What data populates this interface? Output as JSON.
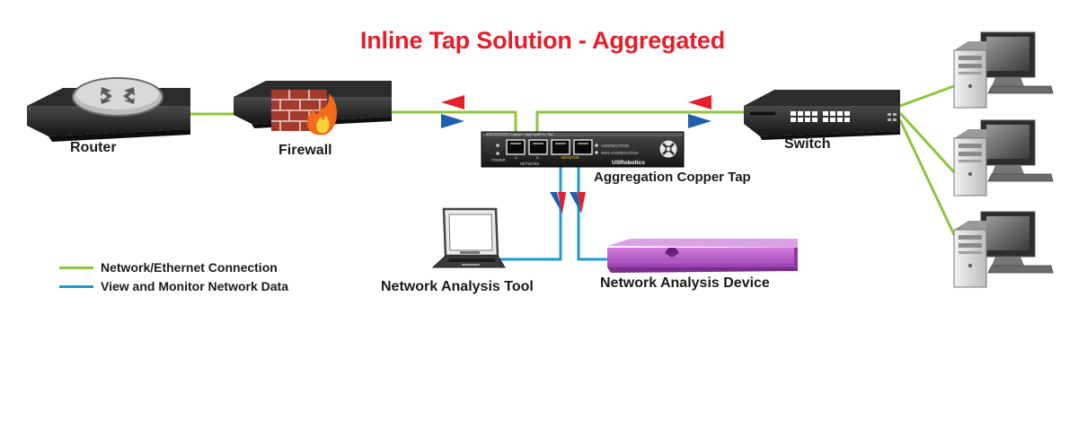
{
  "title": "Inline Tap Solution - Aggregated",
  "colors": {
    "title": "#e3202a",
    "network_link": "#8dc63f",
    "monitor_link": "#1c9ad6",
    "arrow_red": "#e3202a",
    "arrow_blue": "#1f5fae",
    "analysis_device": "#b04fc0"
  },
  "devices": {
    "router": {
      "label": "Router"
    },
    "firewall": {
      "label": "Firewall"
    },
    "tap": {
      "label": "Aggregation Copper Tap",
      "panel_title": "10/100/1000 Copper Aggregation Tap",
      "power": "POWER",
      "network": "NETWORK",
      "port_a": "A",
      "port_b": "B",
      "monitor": "MONITOR",
      "led_aggregation": "AGGREGATION",
      "led_non_aggregation": "NON-AGGREGATION",
      "brand": "USRobotics"
    },
    "switch": {
      "label": "Switch"
    },
    "analysis_tool": {
      "label": "Network Analysis Tool"
    },
    "analysis_device": {
      "label": "Network Analysis Device"
    }
  },
  "legend": [
    {
      "label": "Network/Ethernet Connection",
      "color": "#8dc63f"
    },
    {
      "label": "View and Monitor Network Data",
      "color": "#1c9ad6"
    }
  ]
}
